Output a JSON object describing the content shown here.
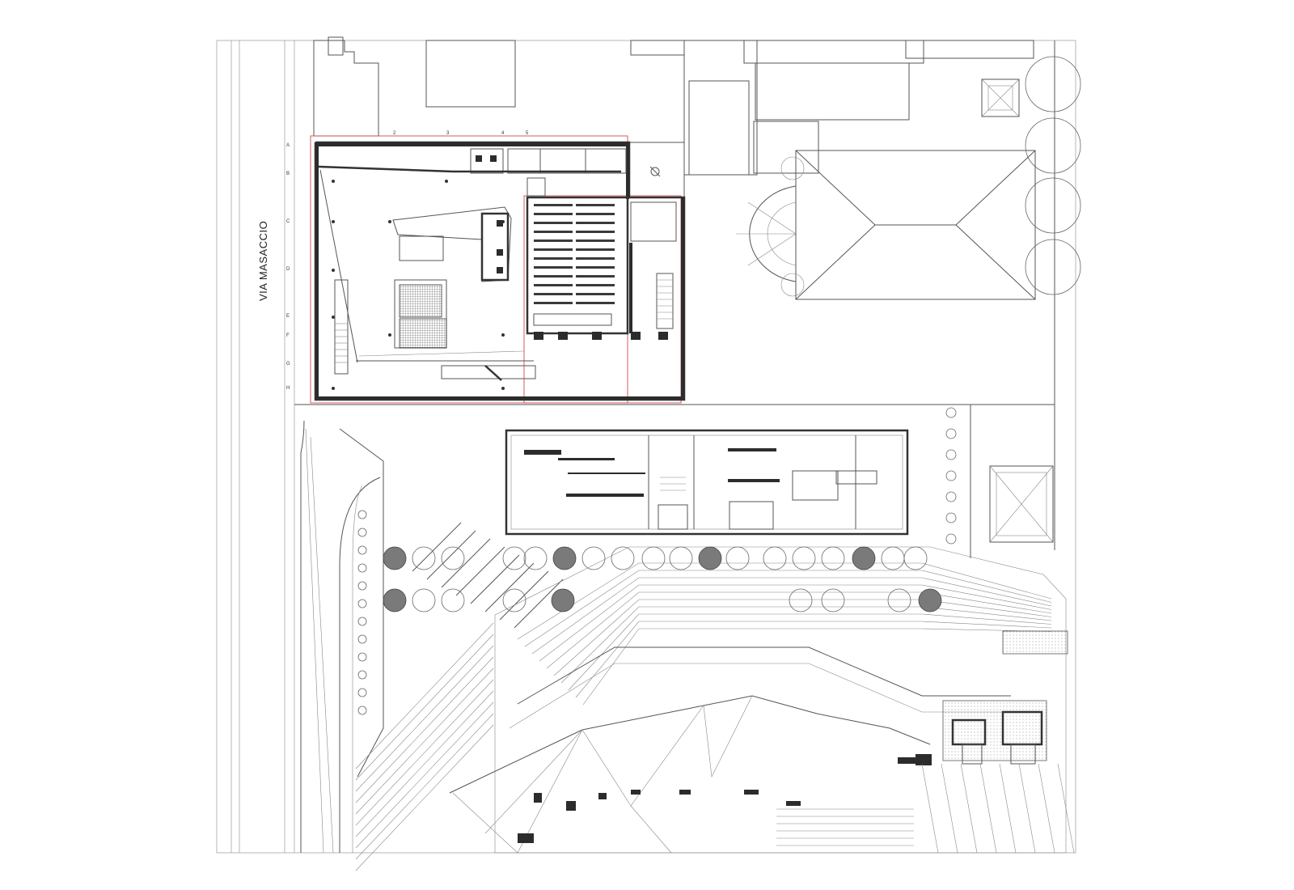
{
  "plan": {
    "street_label": "VIA MASACCIO",
    "grid_rows": [
      "A",
      "B",
      "C",
      "D",
      "E",
      "F",
      "G",
      "H"
    ],
    "grid_cols": [
      "2",
      "3",
      "4",
      "5"
    ]
  },
  "colors": {
    "lines": "#555555",
    "walls": "#2c2c2c",
    "property_boundary": "#d24a4a",
    "dark_trees": "#7a7a7a",
    "background": "#ffffff"
  }
}
